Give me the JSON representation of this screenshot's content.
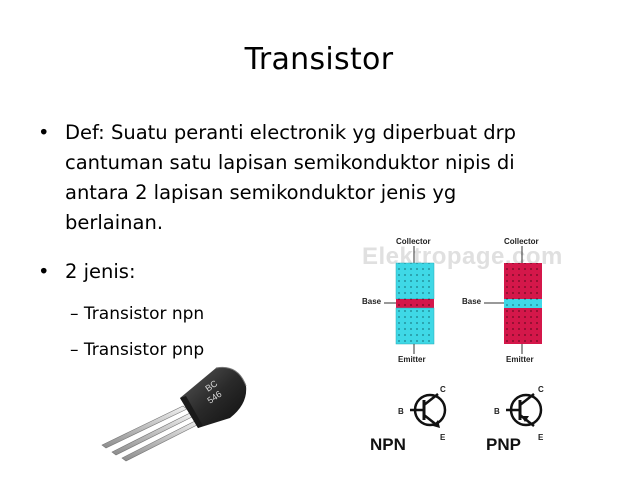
{
  "slide": {
    "title": "Transistor",
    "bullets": [
      {
        "marker": "•",
        "lines": [
          "Def: Suatu peranti electronik yg diperbuat drp",
          "cantuman satu lapisan semikonduktor nipis di",
          "antara 2 lapisan semikonduktor jenis yg",
          "berlainan."
        ]
      },
      {
        "marker": "•",
        "lines": [
          "2 jenis:"
        ]
      }
    ],
    "sub_bullets": [
      "– Transistor npn",
      "– Transistor pnp"
    ]
  },
  "diagram": {
    "watermark": "Elektropage.com",
    "labels": {
      "collector_left": "Collector",
      "collector_right": "Collector",
      "base_left": "Base",
      "base_right": "Base",
      "emitter_left": "Emitter",
      "emitter_right": "Emitter",
      "npn": "NPN",
      "pnp": "PNP",
      "pin_b_npn": "B",
      "pin_c_npn": "C",
      "pin_e_npn": "E",
      "pin_b_pnp": "B",
      "pin_c_pnp": "C",
      "pin_e_pnp": "E"
    },
    "colors": {
      "n_type": "#3fd8e6",
      "p_type": "#d4174a"
    }
  },
  "component": {
    "marking_line1": "BC",
    "marking_line2": "546"
  }
}
